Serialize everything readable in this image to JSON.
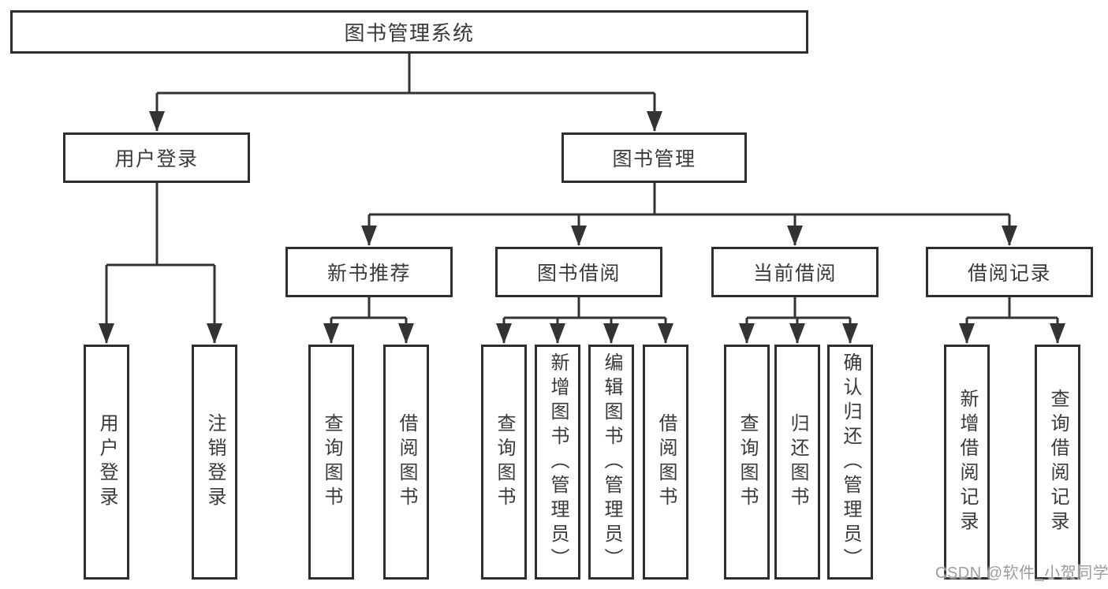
{
  "diagram": {
    "root": {
      "label": "图书管理系统"
    },
    "user_branch": {
      "label": "用户登录",
      "children": [
        {
          "label": "用户登录"
        },
        {
          "label": "注销登录"
        }
      ]
    },
    "mgmt_branch": {
      "label": "图书管理",
      "sections": [
        {
          "label": "新书推荐",
          "children": [
            {
              "label": "查询图书"
            },
            {
              "label": "借阅图书"
            }
          ]
        },
        {
          "label": "图书借阅",
          "children": [
            {
              "label": "查询图书"
            },
            {
              "label": "新增图书（管理员）"
            },
            {
              "label": "编辑图书（管理员）"
            },
            {
              "label": "借阅图书"
            }
          ]
        },
        {
          "label": "当前借阅",
          "children": [
            {
              "label": "查询图书"
            },
            {
              "label": "归还图书"
            },
            {
              "label": "确认归还（管理员）"
            }
          ]
        },
        {
          "label": "借阅记录",
          "children": [
            {
              "label": "新增借阅记录"
            },
            {
              "label": "查询借阅记录"
            }
          ]
        }
      ]
    },
    "watermark": "CSDN @软件_小贺同学"
  },
  "colors": {
    "line": "#333333",
    "box_border": "#2e2e2e",
    "text": "#3a3a3a",
    "background": "#ffffff",
    "watermark": "#9c9c9c"
  }
}
